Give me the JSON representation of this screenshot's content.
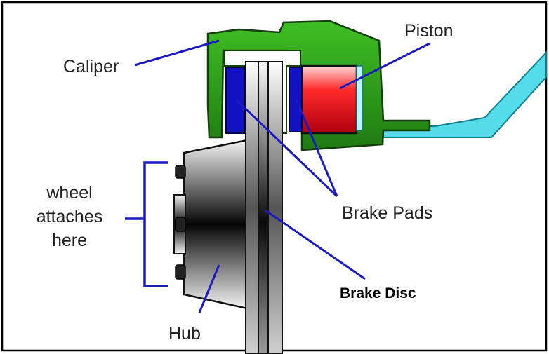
{
  "labels": {
    "caliper": "Caliper",
    "piston": "Piston",
    "wheel_line1": "wheel",
    "wheel_line2": "attaches",
    "wheel_line3": "here",
    "brake_pads": "Brake Pads",
    "brake_disc": "Brake Disc",
    "hub": "Hub"
  },
  "colors": {
    "caliper": "#2f9a1c",
    "caliper_dark": "#1f6f12",
    "piston": "#e8001a",
    "pad": "#1414c8",
    "leader": "#1a1ac0",
    "brake_line": "#4fd8e6",
    "outline": "#000000"
  }
}
